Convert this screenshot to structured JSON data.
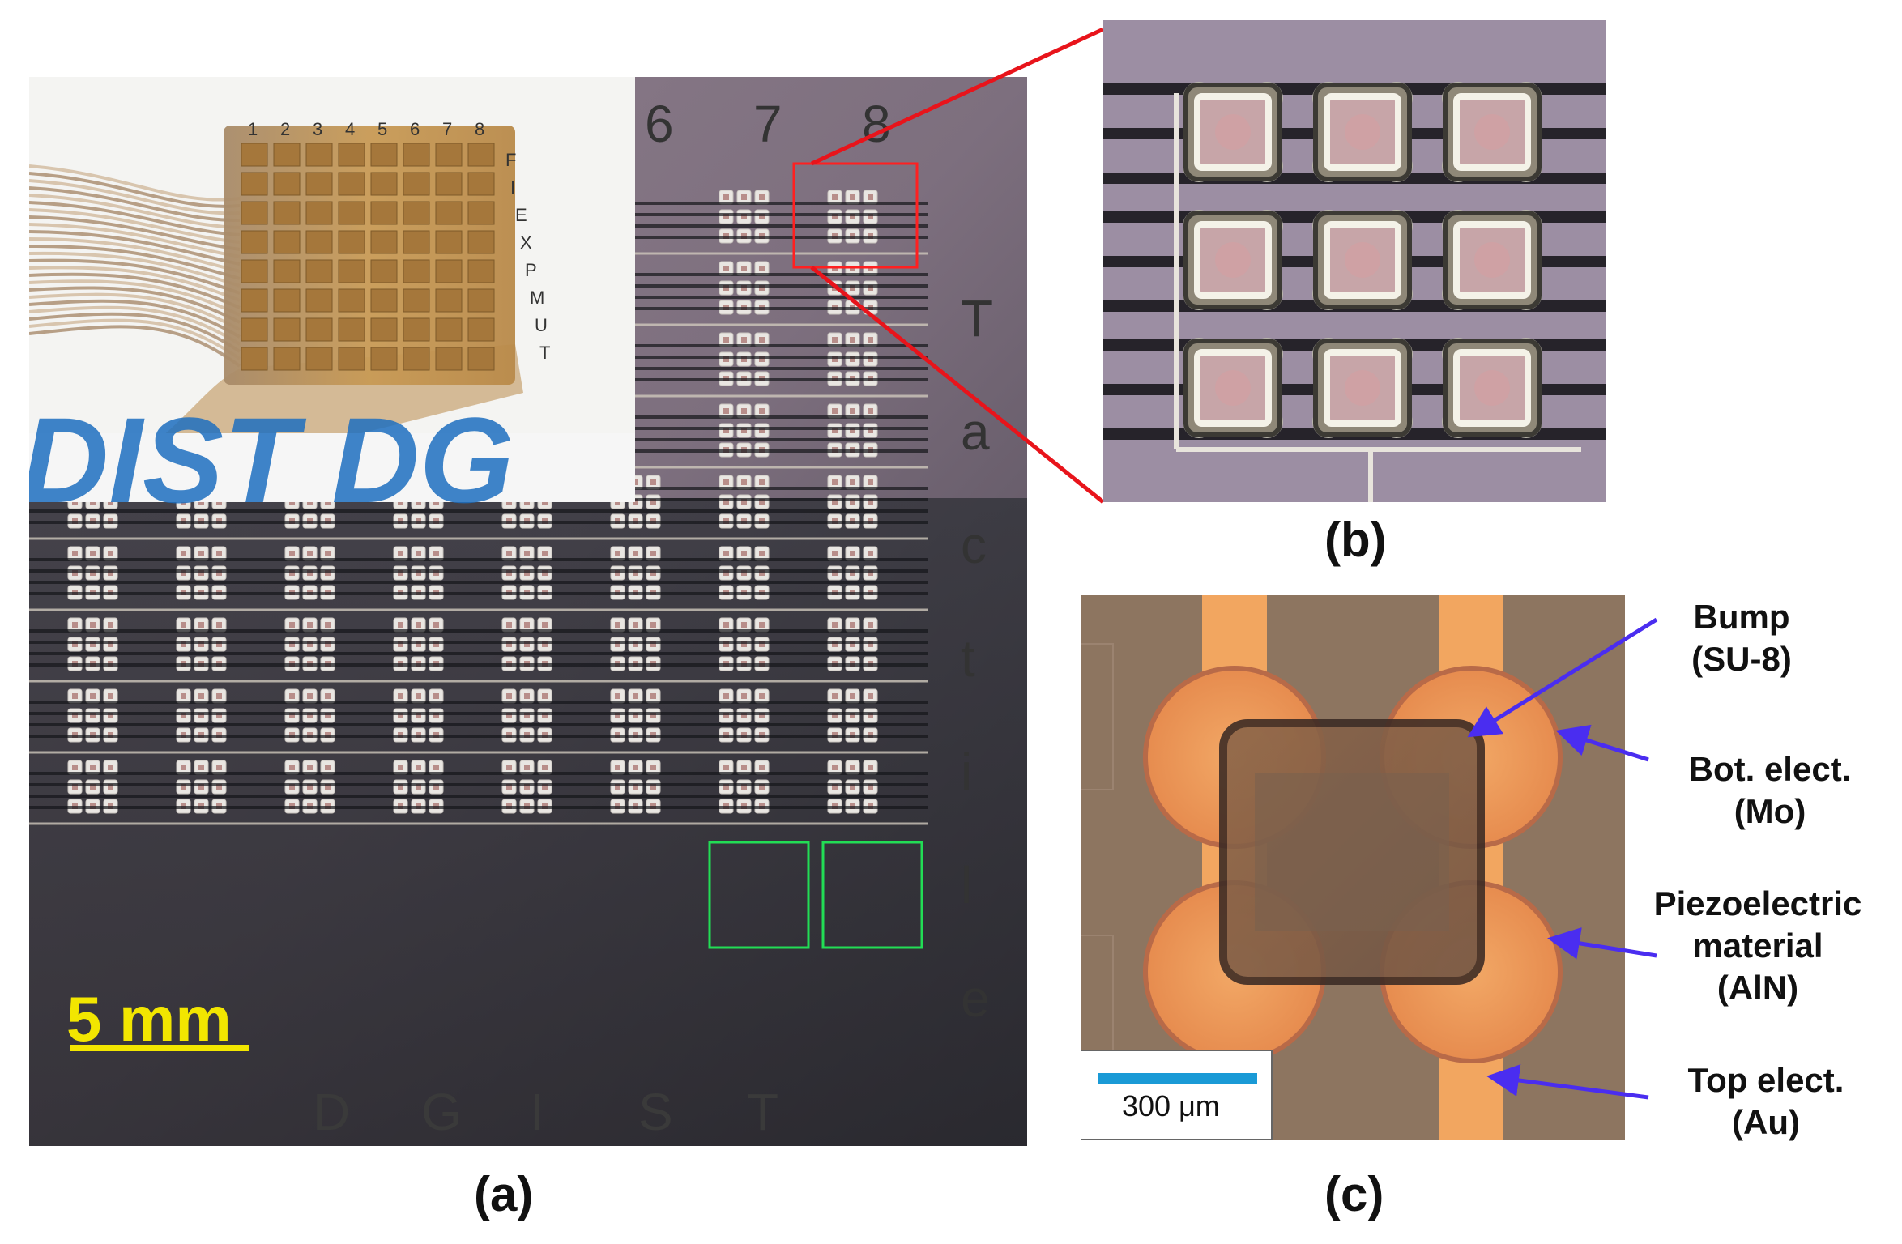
{
  "figure": {
    "panel_a": {
      "caption": "(a)",
      "column_numbers": [
        "6",
        "7",
        "8"
      ],
      "flex_column_numbers": [
        "1",
        "2",
        "3",
        "4",
        "5",
        "6",
        "7",
        "8"
      ],
      "flex_side_letters": [
        "F",
        "I",
        "E",
        "X",
        "P",
        "M",
        "U",
        "T"
      ],
      "side_letters": [
        "T",
        "a",
        "c",
        "t",
        "i",
        "l",
        "e"
      ],
      "bottom_letters": [
        "D",
        "G",
        "I",
        "S",
        "T"
      ],
      "logo_text": "DIST DG",
      "scale_bar": {
        "label": "5 mm",
        "color": "#f2e600"
      },
      "highlight_box_color": "#ff2020",
      "selection_box_color": "#22dd55"
    },
    "panel_b": {
      "caption": "(b)",
      "array": "3x3"
    },
    "panel_c": {
      "caption": "(c)",
      "scale_bar": {
        "label": "300 μm",
        "color": "#1a9ad6"
      },
      "annotations": [
        {
          "line1": "Bump",
          "line2": "(SU-8)"
        },
        {
          "line1": "Bot. elect.",
          "line2": "(Mo)"
        },
        {
          "line1": "Piezoelectric",
          "line2": "material",
          "line3": "(AlN)"
        },
        {
          "line1": "Top elect.",
          "line2": "(Au)"
        }
      ],
      "arrow_color": "#4a2df0"
    },
    "zoom_line_color": "#e8141b"
  }
}
